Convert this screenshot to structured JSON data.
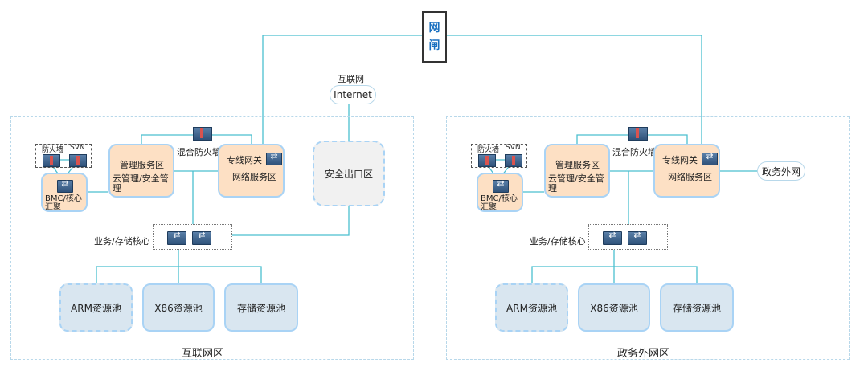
{
  "gate": {
    "chars": [
      "网",
      "闸"
    ]
  },
  "internet_cloud": {
    "caption": "互联网",
    "label": "Internet"
  },
  "panels": [
    {
      "zone_label": "互联网区",
      "firewall_label": "防火墙",
      "svn_label": "SVN",
      "bmc_label": "BMC/核心汇聚",
      "mgmt_title": "管理服务区",
      "mgmt_sub": "云管理/安全管理",
      "hybrid_fw_label": "混合防火墙",
      "gateway_label": "专线网关",
      "network_label": "网络服务区",
      "exit_label": "安全出口区",
      "core_label": "业务/存储核心",
      "pools": [
        "ARM资源池",
        "X86资源池",
        "存储资源池"
      ]
    },
    {
      "zone_label": "政务外网区",
      "firewall_label": "防火墙",
      "svn_label": "SVN",
      "bmc_label": "BMC/核心汇聚",
      "mgmt_title": "管理服务区",
      "mgmt_sub": "云管理/安全管理",
      "hybrid_fw_label": "混合防火墙",
      "gateway_label": "专线网关",
      "network_label": "网络服务区",
      "cloud_label": "政务外网",
      "core_label": "业务/存储核心",
      "pools": [
        "ARM资源池",
        "X86资源池",
        "存储资源池"
      ]
    }
  ],
  "colors": {
    "line": "#4bbfcf",
    "zone_border": "#b8d8ea",
    "peach": "#fde0c4",
    "pool": "#d9e6f0",
    "gate_text": "#1a70c0"
  }
}
